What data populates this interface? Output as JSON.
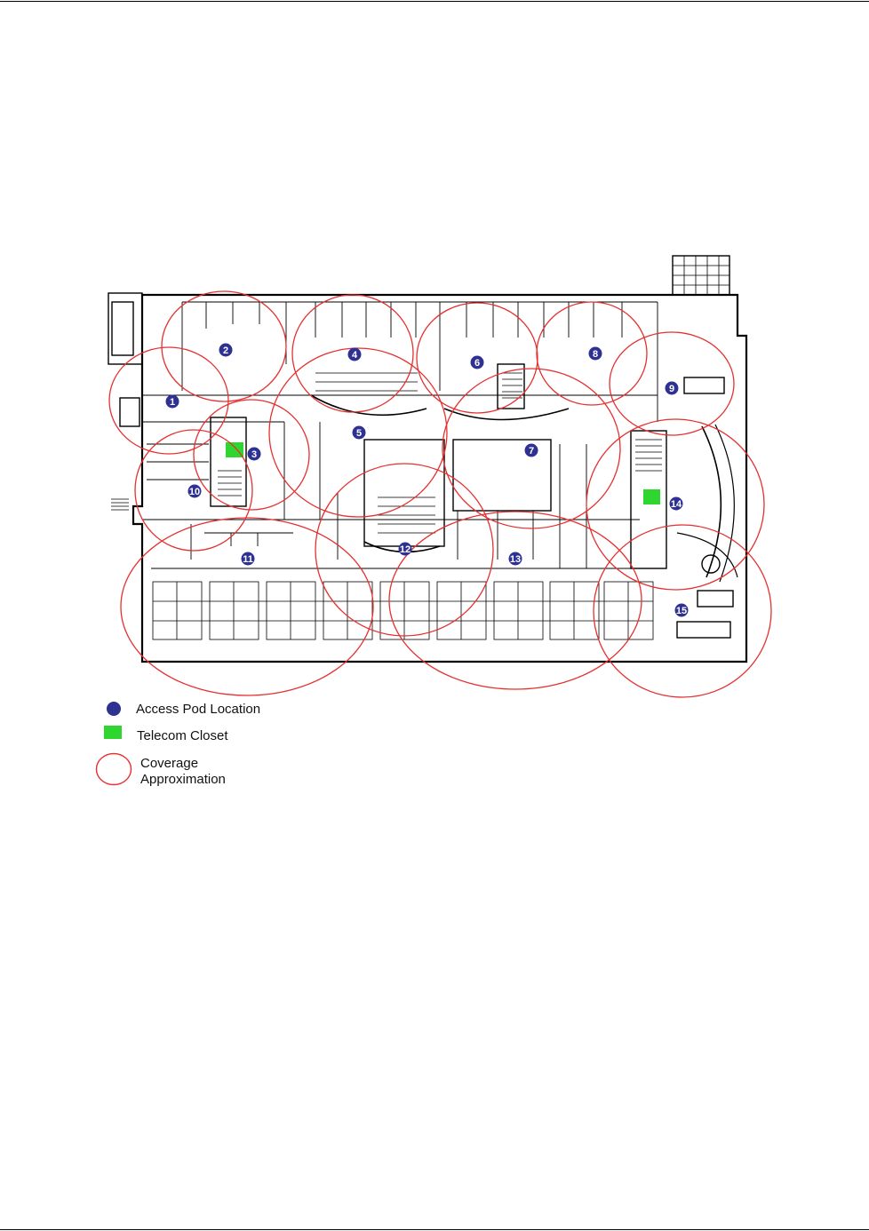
{
  "colors": {
    "pod": "#2e3192",
    "closet": "#2fd62f",
    "coverage": "#e53030",
    "walls": "#000000"
  },
  "pods": [
    {
      "label": "1"
    },
    {
      "label": "2"
    },
    {
      "label": "3"
    },
    {
      "label": "4"
    },
    {
      "label": "5"
    },
    {
      "label": "6"
    },
    {
      "label": "7"
    },
    {
      "label": "8"
    },
    {
      "label": "9"
    },
    {
      "label": "10"
    },
    {
      "label": "11"
    },
    {
      "label": "12"
    },
    {
      "label": "13"
    },
    {
      "label": "14"
    },
    {
      "label": "15"
    }
  ],
  "legend": {
    "pod_label": "Access Pod Location",
    "closet_label": "Telecom Closet",
    "coverage_line1": "Coverage",
    "coverage_line2": "Approximation"
  }
}
